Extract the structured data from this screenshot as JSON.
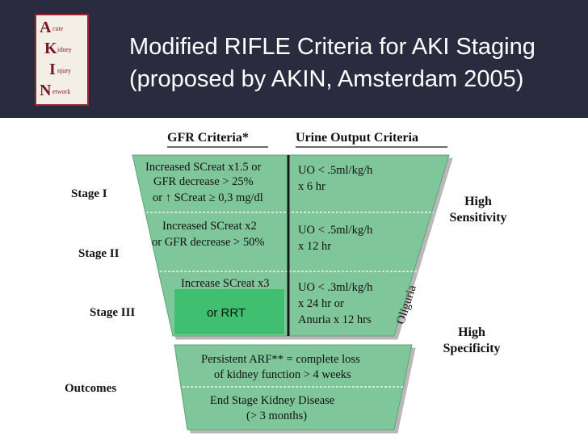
{
  "logo": {
    "letters": [
      "A",
      "K",
      "I",
      "N"
    ],
    "words": [
      "cute",
      "idney",
      "njury",
      "etwork"
    ]
  },
  "title": {
    "line1": "Modified RIFLE Criteria for AKI Staging",
    "line2": "(proposed by AKIN, Amsterdam 2005)"
  },
  "columns": {
    "gfr": "GFR Criteria*",
    "urine": "Urine Output Criteria"
  },
  "stages": [
    {
      "label": "Stage I",
      "gfr": [
        "Increased SCreat x1.5 or",
        "GFR decrease > 25%",
        "or ↑ SCreat ≥ 0,3 mg/dl"
      ],
      "urine": [
        "UO < .5ml/kg/h",
        "x 6 hr"
      ]
    },
    {
      "label": "Stage II",
      "gfr": [
        "Increased SCreat x2",
        "or GFR decrease > 50%"
      ],
      "urine": [
        "UO < .5ml/kg/h",
        "x 12 hr"
      ]
    },
    {
      "label": "Stage III",
      "gfr": [
        "Increase SCreat x3",
        "or RRT"
      ],
      "urine": [
        "UO < .3ml/kg/h",
        "x 24 hr or",
        "Anuria x 12 hrs"
      ]
    }
  ],
  "oliguria": "Oliguria",
  "outcomes": {
    "label": "Outcomes",
    "items": [
      [
        "Persistent ARF** = complete loss",
        "of kidney function > 4 weeks"
      ],
      [
        "End Stage Kidney Disease",
        "(> 3 months)"
      ]
    ]
  },
  "side": {
    "high_sensitivity": [
      "High",
      "Sensitivity"
    ],
    "high_specificity": [
      "High",
      "Specificity"
    ]
  },
  "colors": {
    "header_bg": "#2b2b3f",
    "trap_fill": "#7fc79a",
    "rrt_box": "#3fbf6f",
    "logo_border": "#9a2233"
  }
}
